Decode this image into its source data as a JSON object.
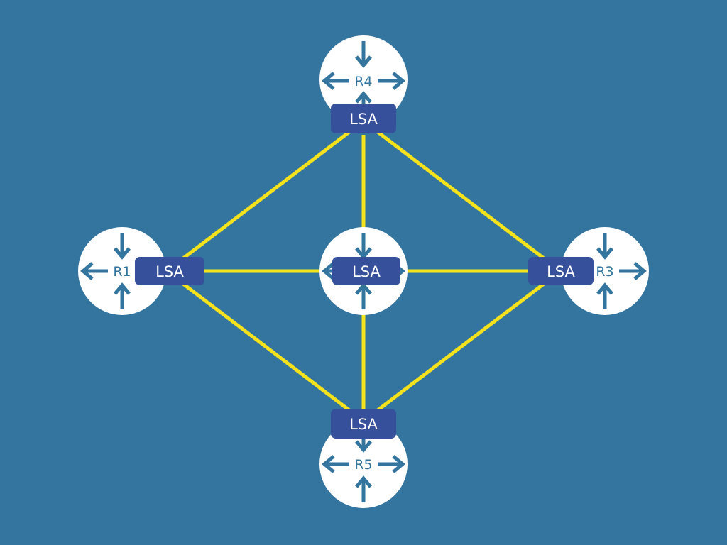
{
  "diagram": {
    "background_color": "#33759e",
    "link_color": "#f4e21c",
    "router_fill": "#ffffff",
    "lsa_fill": "#36509b",
    "routers": [
      {
        "id": "r4",
        "label": "R4"
      },
      {
        "id": "r1",
        "label": "R1"
      },
      {
        "id": "center",
        "label": ""
      },
      {
        "id": "r3",
        "label": "R3"
      },
      {
        "id": "r5",
        "label": "R5"
      }
    ],
    "lsa_badges": [
      {
        "id": "lsa-r4",
        "label": "LSA"
      },
      {
        "id": "lsa-r1",
        "label": "LSA"
      },
      {
        "id": "lsa-center",
        "label": "LSA"
      },
      {
        "id": "lsa-r3",
        "label": "LSA"
      },
      {
        "id": "lsa-r5",
        "label": "LSA"
      }
    ],
    "links": [
      {
        "from": "R4",
        "to": "R1"
      },
      {
        "from": "R4",
        "to": "center"
      },
      {
        "from": "R4",
        "to": "R3"
      },
      {
        "from": "R1",
        "to": "center"
      },
      {
        "from": "center",
        "to": "R3"
      },
      {
        "from": "R1",
        "to": "R5"
      },
      {
        "from": "center",
        "to": "R5"
      },
      {
        "from": "R3",
        "to": "R5"
      }
    ]
  }
}
